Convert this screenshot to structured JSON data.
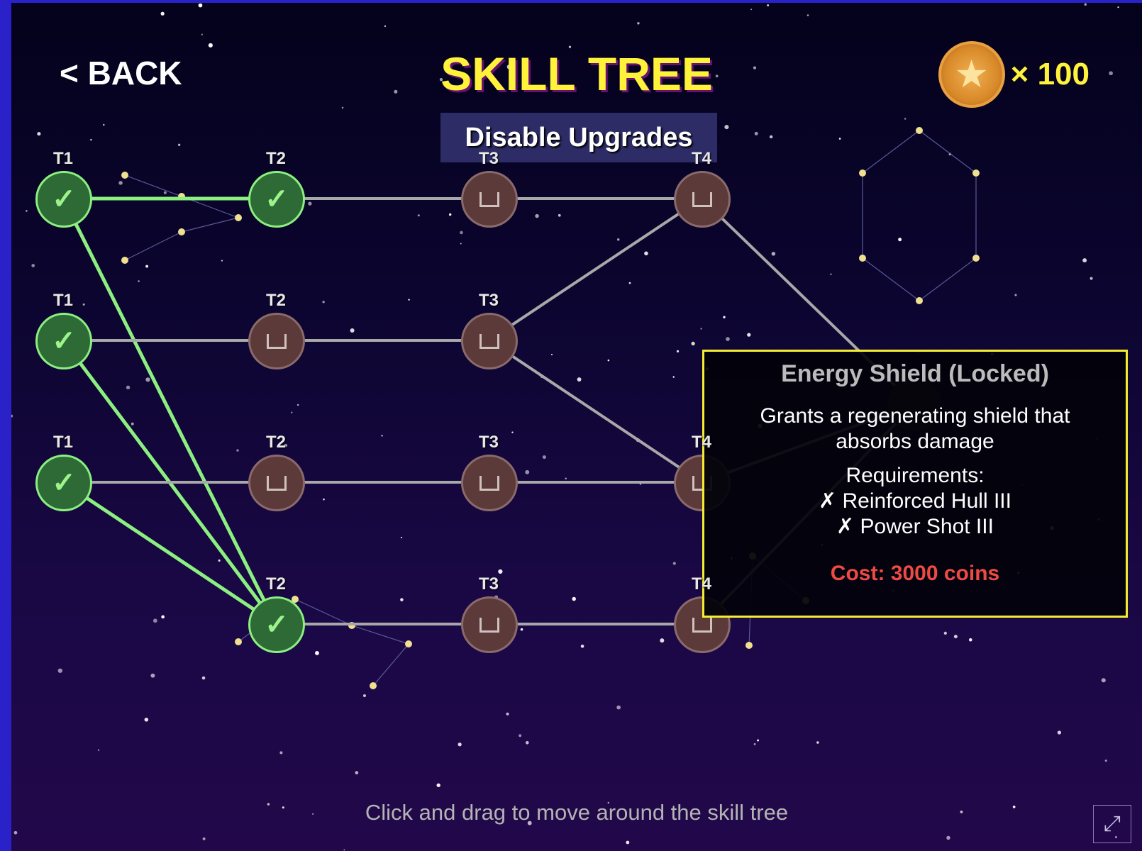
{
  "header": {
    "back_label": "< BACK",
    "title": "SKILL TREE",
    "coin_count": "× 100",
    "disable_label": "Disable Upgrades"
  },
  "nodes": [
    {
      "tier": "T1",
      "row": 0,
      "col": 0,
      "state": "unlocked"
    },
    {
      "tier": "T1",
      "row": 1,
      "col": 0,
      "state": "unlocked"
    },
    {
      "tier": "T1",
      "row": 2,
      "col": 0,
      "state": "unlocked"
    },
    {
      "tier": "T2",
      "row": 0,
      "col": 1,
      "state": "unlocked"
    },
    {
      "tier": "T2",
      "row": 1,
      "col": 1,
      "state": "locked"
    },
    {
      "tier": "T2",
      "row": 2,
      "col": 1,
      "state": "locked"
    },
    {
      "tier": "T2",
      "row": 3,
      "col": 1,
      "state": "unlocked"
    },
    {
      "tier": "T3",
      "row": 0,
      "col": 2,
      "state": "locked"
    },
    {
      "tier": "T3",
      "row": 1,
      "col": 2,
      "state": "locked"
    },
    {
      "tier": "T3",
      "row": 2,
      "col": 2,
      "state": "locked"
    },
    {
      "tier": "T3",
      "row": 3,
      "col": 2,
      "state": "locked"
    },
    {
      "tier": "T4",
      "row": 0,
      "col": 3,
      "state": "locked"
    },
    {
      "tier": "T4",
      "row": 2,
      "col": 3,
      "state": "locked"
    },
    {
      "tier": "T4",
      "row": 3,
      "col": 3,
      "state": "locked"
    }
  ],
  "tooltip": {
    "title": "Energy Shield (Locked)",
    "description": "Grants a regenerating shield that absorbs damage",
    "requirements_label": "Requirements:",
    "requirements": [
      "✗ Reinforced Hull III",
      "✗ Power Shot III"
    ],
    "cost": "Cost: 3000 coins"
  },
  "footer": {
    "hint": "Click and drag to move around the skill tree"
  },
  "colors": {
    "title": "#fff23a",
    "unlocked_edge": "#8cf080",
    "locked_edge": "#a8a8a8",
    "tooltip_border": "#f5ee30",
    "cost": "#ee4a44"
  }
}
